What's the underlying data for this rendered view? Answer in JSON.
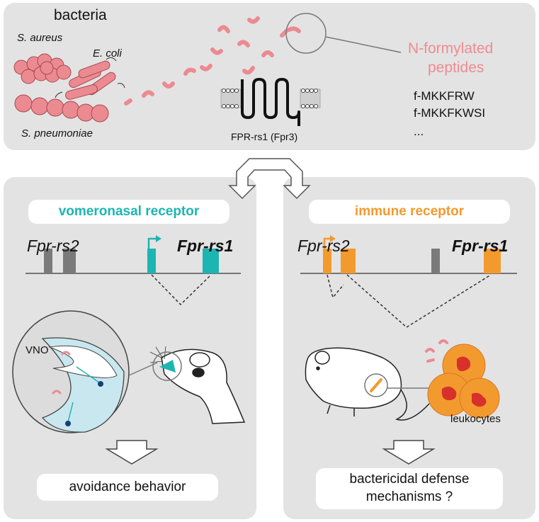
{
  "colors": {
    "panel": "#e3e3e3",
    "teal": "#1cb5b2",
    "orange": "#f39a2e",
    "pink": "#ec8a92",
    "peptide_label": "#f08a92",
    "gene_grey": "#7a7a7a",
    "leukocyte_nucleus": "#d8312c"
  },
  "top": {
    "title": "bacteria",
    "species": {
      "aureus": "S. aureus",
      "coli": "E. coli",
      "pneumoniae": "S. pneumoniae"
    },
    "peptides_label_line1": "N-formylated",
    "peptides_label_line2": "peptides",
    "peptide_list": [
      "f-MKKFRW",
      "f-MKKFKWSI",
      "..."
    ],
    "receptor_label": "FPR-rs1 (Fpr3)"
  },
  "left": {
    "title": "vomeronasal receptor",
    "gene_a": "Fpr-rs2",
    "gene_b": "Fpr-rs1",
    "organ_label": "VNO",
    "outcome": "avoidance behavior"
  },
  "right": {
    "title": "immune receptor",
    "gene_a": "Fpr-rs2",
    "gene_b": "Fpr-rs1",
    "cells_label": "leukocytes",
    "outcome_line1": "bactericidal defense",
    "outcome_line2": "mechanisms ?"
  }
}
